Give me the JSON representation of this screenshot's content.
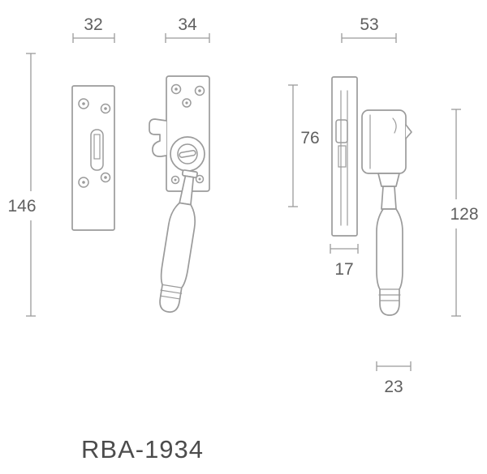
{
  "title": "RBA-1934",
  "colors": {
    "line": "#9b9b9b",
    "dim": "#9b9b9b",
    "text": "#606060",
    "title": "#4c4c4c",
    "bg": "#ffffff"
  },
  "dimensions": {
    "keep_width": "32",
    "fastener_width": "34",
    "side_width": "53",
    "overall_height": "146",
    "plate_height": "76",
    "side_height": "128",
    "plate_depth": "17",
    "grip_width": "23"
  }
}
